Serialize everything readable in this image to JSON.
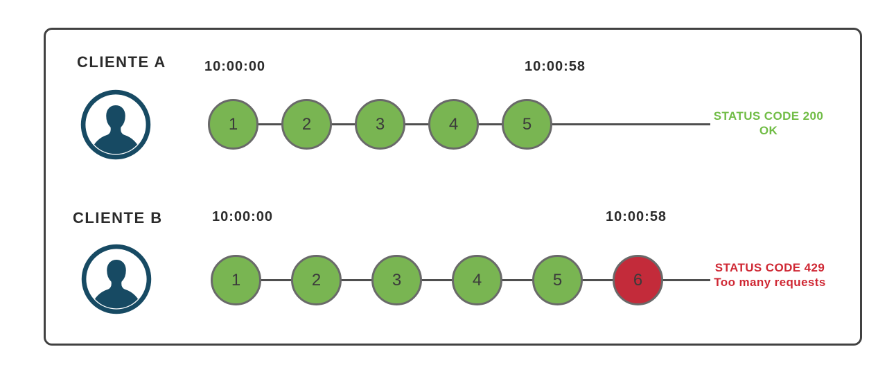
{
  "colors": {
    "accent_ok": "#79b552",
    "accent_rejected": "#c32b3a",
    "status_ok_text": "#70bc45",
    "status_error_text": "#cf2733",
    "avatar": "#174a63",
    "line": "#4f4f4f",
    "circle_ring": "#696969",
    "frame_border": "#414141",
    "ink": "#2b2b2b"
  },
  "clients": [
    {
      "name": "CLIENTE A",
      "start_time": "10:00:00",
      "end_time": "10:00:58",
      "requests": [
        {
          "label": "1",
          "state": "ok"
        },
        {
          "label": "2",
          "state": "ok"
        },
        {
          "label": "3",
          "state": "ok"
        },
        {
          "label": "4",
          "state": "ok"
        },
        {
          "label": "5",
          "state": "ok"
        }
      ],
      "status": {
        "line1": "STATUS CODE 200",
        "line2": "OK"
      }
    },
    {
      "name": "CLIENTE B",
      "start_time": "10:00:00",
      "end_time": "10:00:58",
      "requests": [
        {
          "label": "1",
          "state": "ok"
        },
        {
          "label": "2",
          "state": "ok"
        },
        {
          "label": "3",
          "state": "ok"
        },
        {
          "label": "4",
          "state": "ok"
        },
        {
          "label": "5",
          "state": "ok"
        },
        {
          "label": "6",
          "state": "rejected"
        }
      ],
      "status": {
        "line1": "STATUS CODE 429",
        "line2": "Too many requests"
      }
    }
  ]
}
